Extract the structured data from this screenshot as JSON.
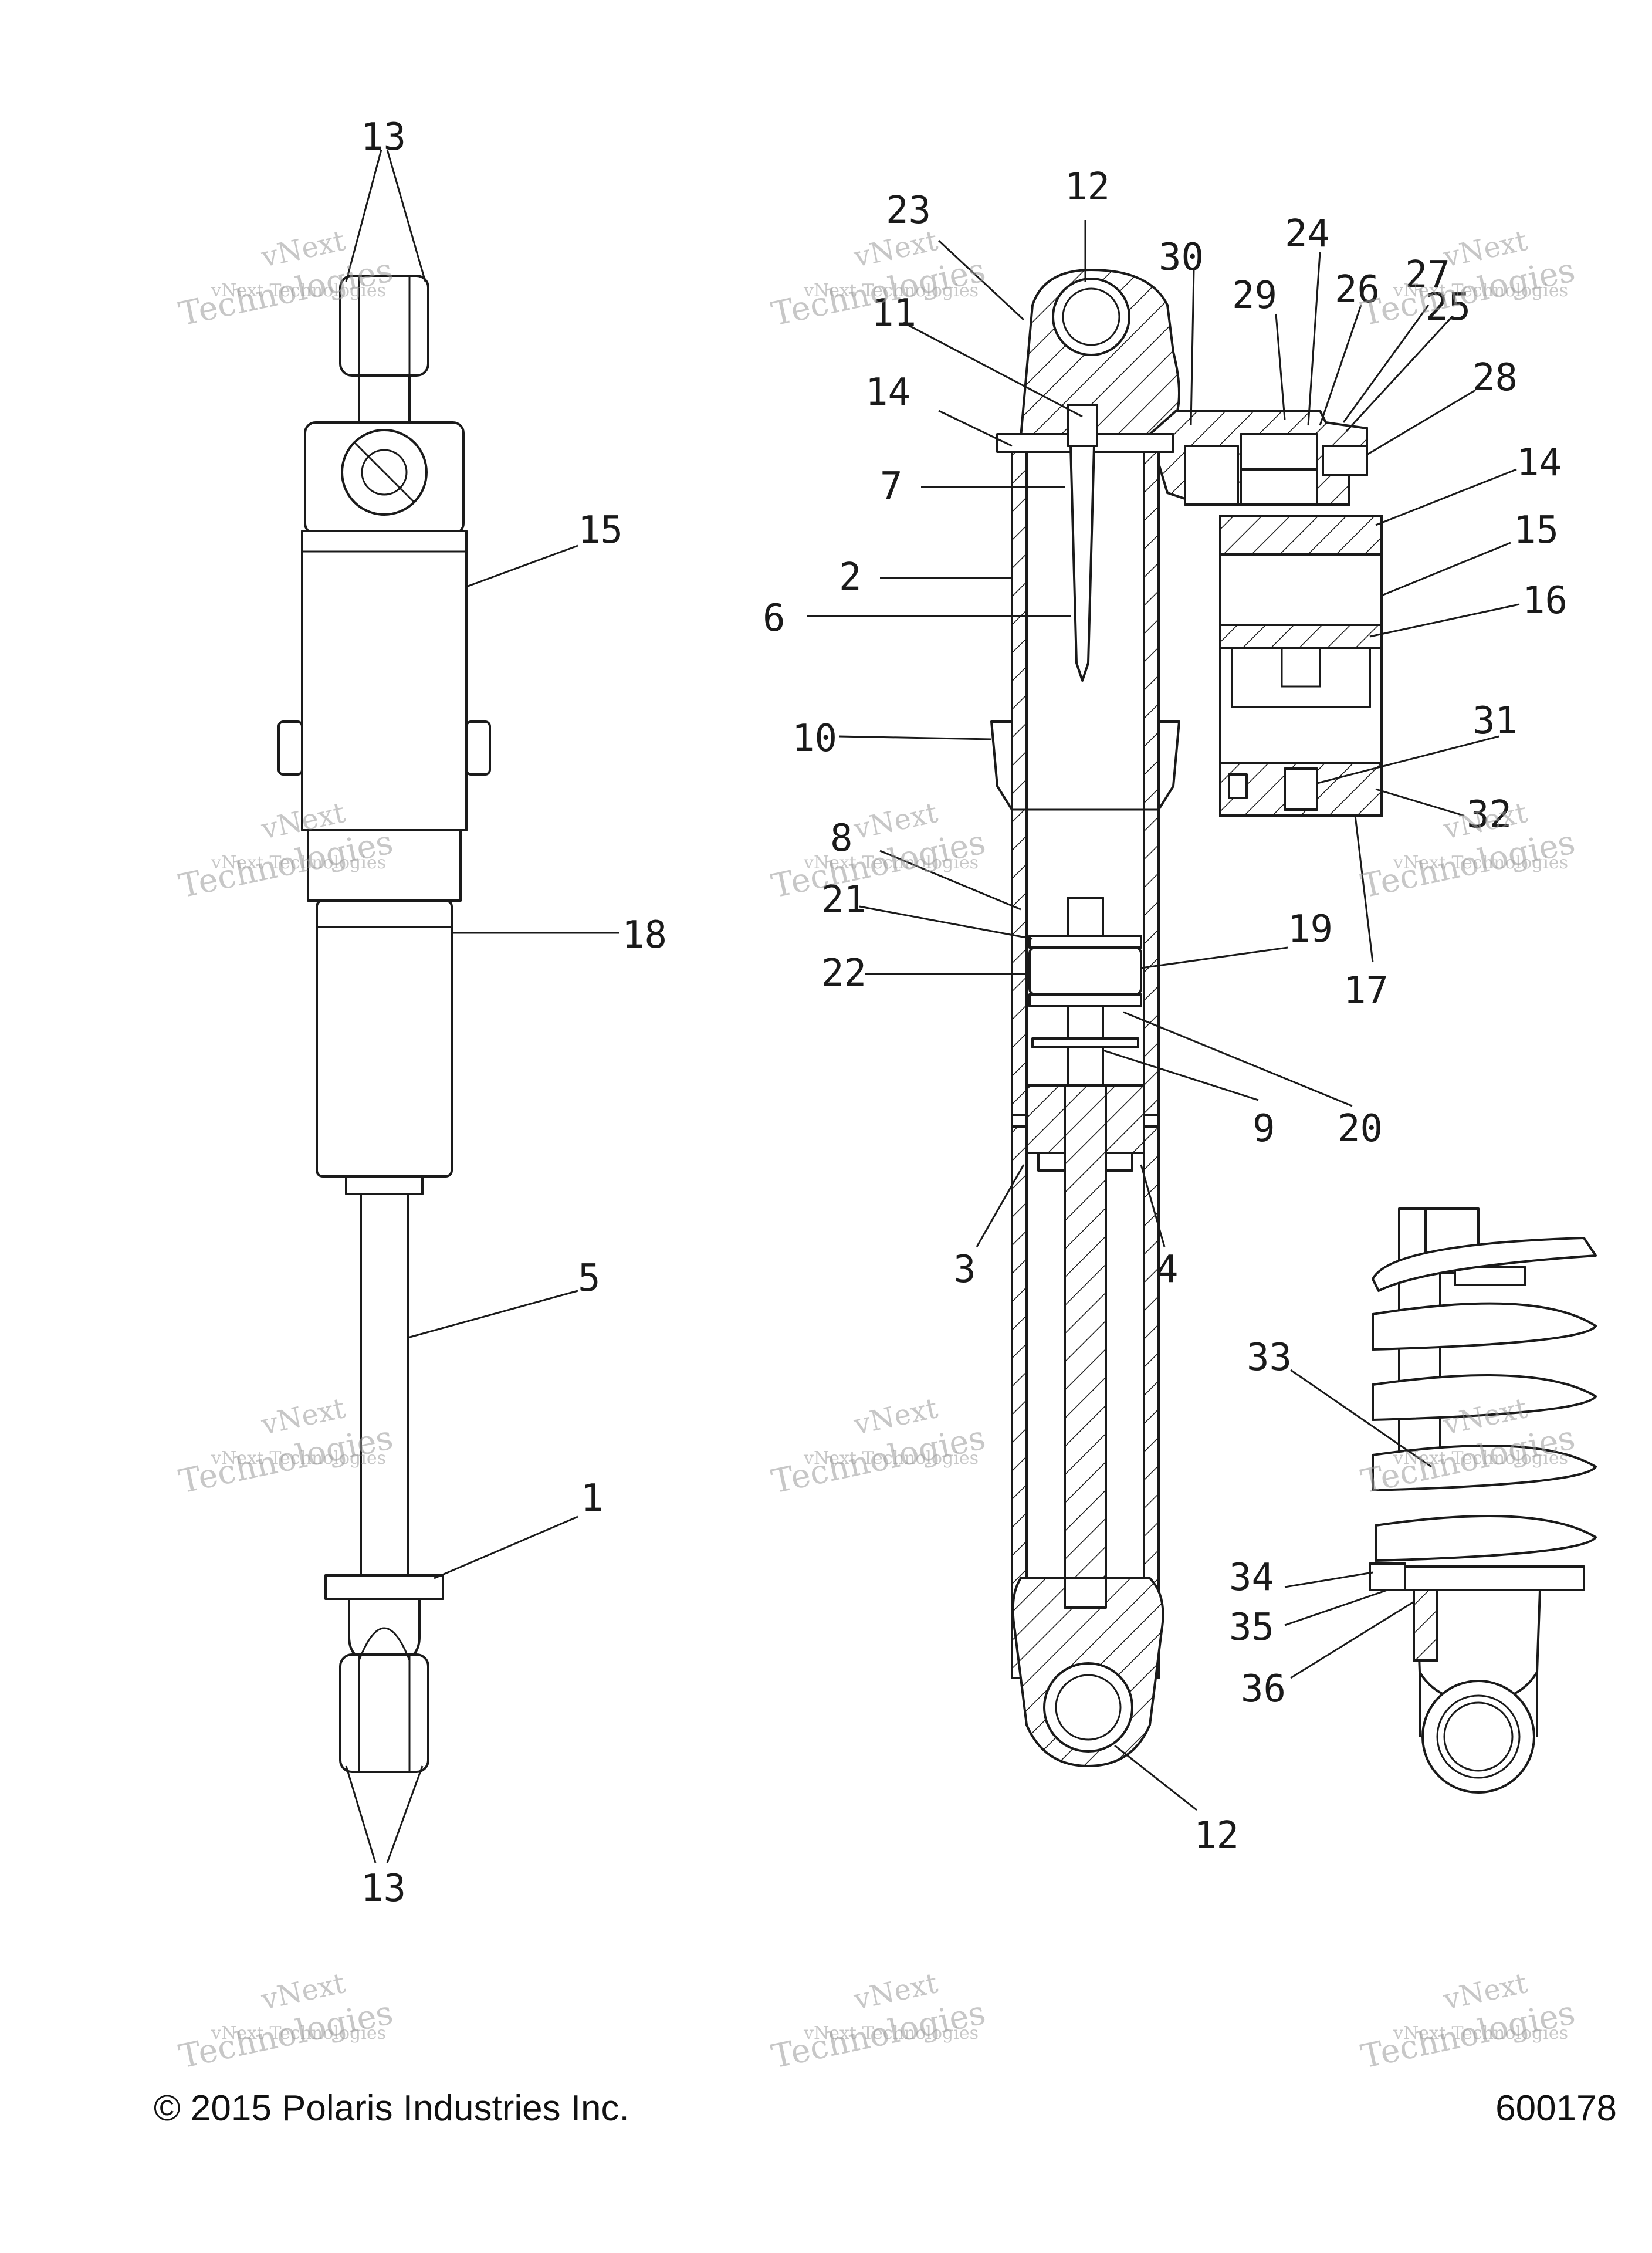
{
  "callouts": {
    "c1": "1",
    "c2": "2",
    "c3": "3",
    "c4": "4",
    "c5": "5",
    "c6": "6",
    "c7": "7",
    "c8": "8",
    "c9": "9",
    "c10": "10",
    "c11": "11",
    "c12": "12",
    "c13": "13",
    "c14": "14",
    "c15": "15",
    "c16": "16",
    "c17": "17",
    "c18": "18",
    "c19": "19",
    "c20": "20",
    "c21": "21",
    "c22": "22",
    "c23": "23",
    "c24": "24",
    "c25": "25",
    "c26": "26",
    "c27": "27",
    "c28": "28",
    "c29": "29",
    "c30": "30",
    "c31": "31",
    "c32": "32",
    "c33": "33",
    "c34": "34",
    "c35": "35",
    "c36": "36"
  },
  "watermark": {
    "line1": "vNext Technologies",
    "line2": "vNext",
    "line3": "Technologies"
  },
  "footer": {
    "copyright": "© 2015 Polaris Industries Inc.",
    "figure_number": "600178"
  }
}
